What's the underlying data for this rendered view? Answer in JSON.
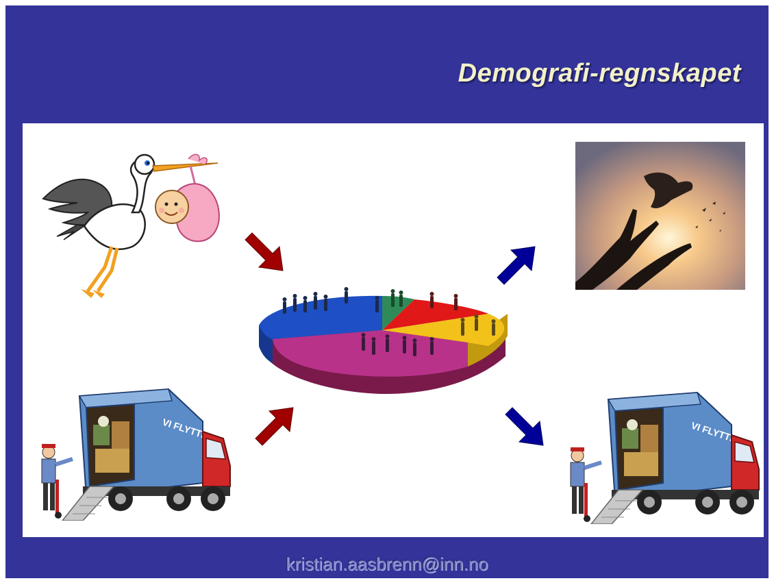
{
  "slide": {
    "title": "Demografi-regnskapet",
    "footer_email": "kristian.aasbrenn@inn.no",
    "truck_sign_left": "VI FLYTTER!",
    "truck_sign_right": "VI FLYTTER!"
  },
  "colors": {
    "background": "#333399",
    "title": "#f2f0c8",
    "arrow_in": "#a00000",
    "arrow_out": "#000099",
    "pie_blue": "#1f4fc4",
    "pie_green": "#2e8b57",
    "pie_red": "#e01818",
    "pie_yellow": "#f2c21a",
    "pie_magenta": "#b8328a"
  },
  "icons": [
    "stork-baby-icon",
    "moving-truck-icon",
    "pie-population-icon",
    "dove-hands-photo",
    "arrow-icon"
  ]
}
